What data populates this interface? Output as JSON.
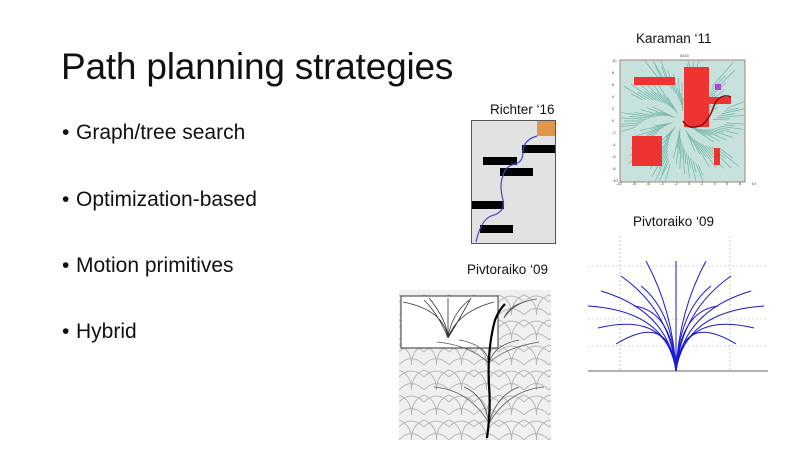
{
  "slide": {
    "title": "Path planning strategies",
    "bullets": [
      {
        "bullet": "•",
        "label": "Graph/tree search"
      },
      {
        "bullet": "•",
        "label": "Optimization-based"
      },
      {
        "bullet": "•",
        "label": "Motion primitives"
      },
      {
        "bullet": "•",
        "label": "Hybrid"
      }
    ]
  },
  "figures": {
    "karaman": {
      "caption": "Karaman ‘11",
      "plot_title": "8450",
      "x_ticks": [
        "-10",
        "-8",
        "-6",
        "-4",
        "-2",
        "0",
        "2",
        "4",
        "6",
        "8",
        "10"
      ],
      "y_ticks": [
        "10",
        "8",
        "6",
        "4",
        "2",
        "0",
        "-2",
        "-4",
        "-6",
        "-8",
        "-10"
      ]
    },
    "richter": {
      "caption": "Richter ‘16"
    },
    "pivtoraiko_fan": {
      "caption": "Pivtoraiko ‘09"
    },
    "pivtoraiko_lattice": {
      "caption": "Pivtoraiko ‘09"
    }
  },
  "colors": {
    "obstacle_red": "#ee3333",
    "tree_teal": "#5aa79c",
    "goal_purple": "#b044d8",
    "goal_orange": "#e0964a",
    "primitive_blue": "#1a1acc"
  }
}
